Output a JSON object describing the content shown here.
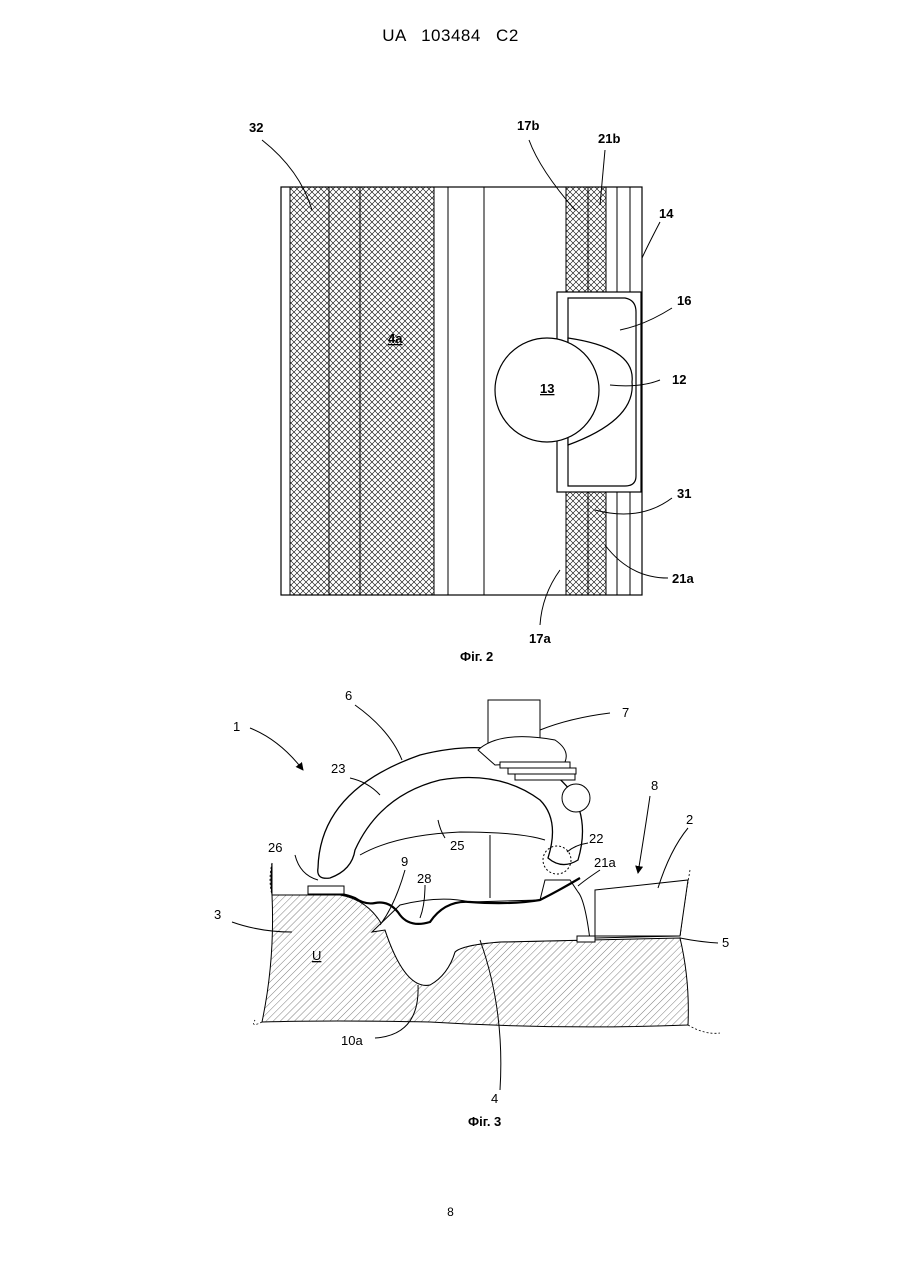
{
  "header": {
    "patent_number": "UA   103484   C2"
  },
  "figure2": {
    "caption": "Фіг. 2",
    "labels": {
      "l32": "32",
      "l17b": "17b",
      "l21b": "21b",
      "l14": "14",
      "l16": "16",
      "l4a": "4a",
      "l13": "13",
      "l12": "12",
      "l31": "31",
      "l21a": "21a",
      "l17a": "17a"
    }
  },
  "figure3": {
    "caption": "Фіг. 3",
    "labels": {
      "l1": "1",
      "l6": "6",
      "l7": "7",
      "l8": "8",
      "l2": "2",
      "l23": "23",
      "l22": "22",
      "l21a": "21a",
      "l26": "26",
      "l25": "25",
      "l9": "9",
      "l28": "28",
      "l3": "3",
      "lU": "U",
      "l5": "5",
      "l10a": "10a",
      "l4": "4"
    }
  },
  "footer": {
    "page_number": "8"
  }
}
